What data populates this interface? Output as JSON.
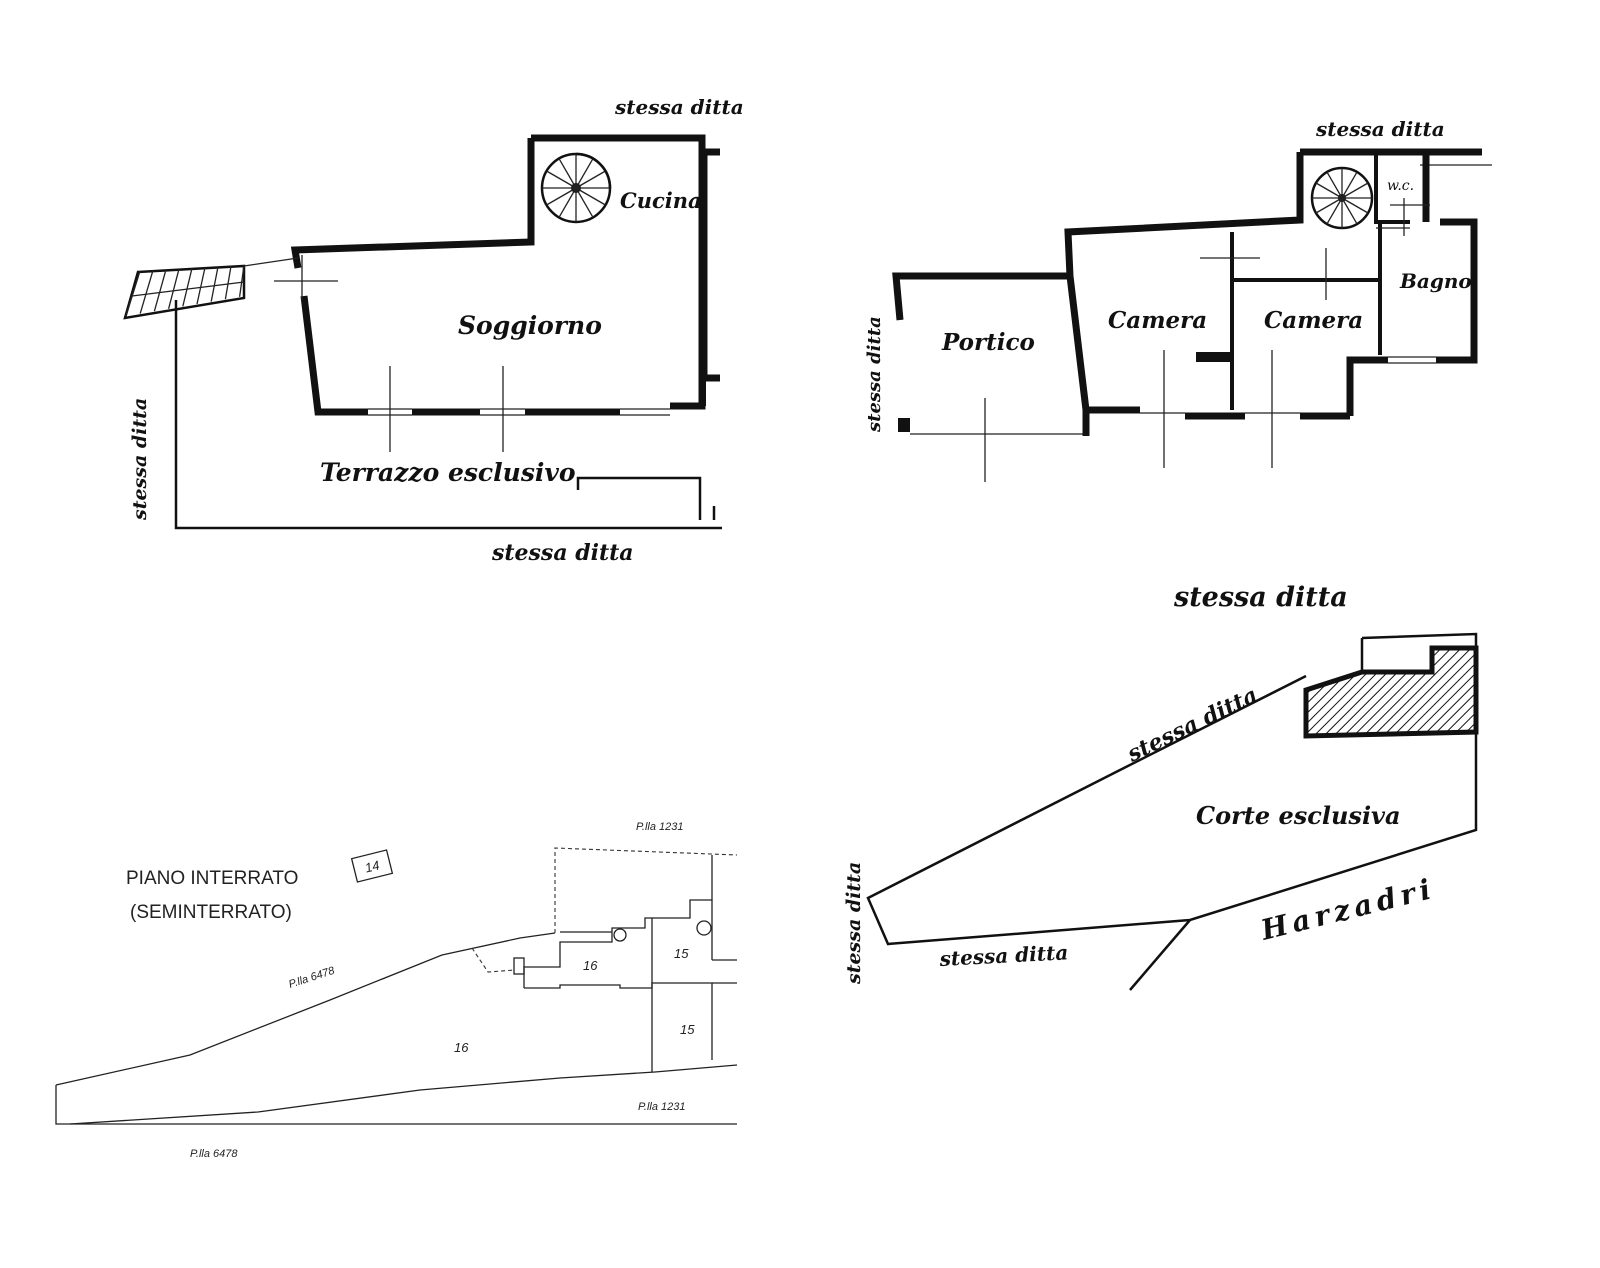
{
  "top_left_plan": {
    "room_kitchen": "Cucina",
    "room_living": "Soggiorno",
    "terrace": "Terrazzo esclusivo",
    "neighbor_top": "stessa ditta",
    "neighbor_left": "stessa ditta",
    "neighbor_bottom": "stessa ditta"
  },
  "top_right_plan": {
    "neighbor_top": "stessa ditta",
    "neighbor_left": "stessa ditta",
    "wc": "w.c.",
    "bagno": "Bagno",
    "portico": "Portico",
    "camera_1": "Camera",
    "camera_2": "Camera"
  },
  "bottom_left_plan": {
    "title_line1": "PIANO INTERRATO",
    "title_line2": "(SEMINTERRATO)",
    "sheet_number": "14",
    "parcel_top_right": "P.lla 1231",
    "parcel_left_diag": "P.lla 6478",
    "parcel_bottom_left": "P.lla 6478",
    "parcel_bottom_right": "P.lla 1231",
    "sub_16_upper": "16",
    "sub_15_upper": "15",
    "sub_16_lower": "16",
    "sub_15_lower": "15"
  },
  "bottom_right_plan": {
    "neighbor_top": "stessa ditta",
    "neighbor_diag": "stessa ditta",
    "neighbor_left": "stessa ditta",
    "neighbor_bottom": "stessa ditta",
    "courtyard": "Corte esclusiva",
    "road": "Harzadri"
  }
}
